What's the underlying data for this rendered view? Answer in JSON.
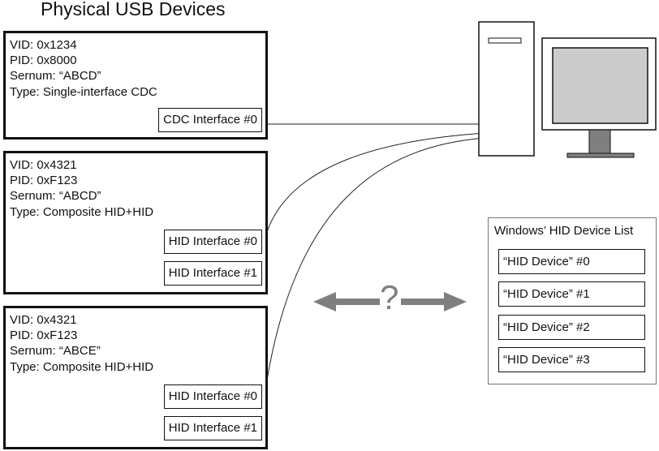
{
  "title": "Physical USB Devices",
  "devices": [
    {
      "vid": "VID:  0x1234",
      "pid": "PID:  0x8000",
      "sernum": "Sernum:  “ABCD”",
      "type": "Type:  Single-interface CDC",
      "interfaces": [
        "CDC Interface #0"
      ]
    },
    {
      "vid": "VID:  0x4321",
      "pid": "PID:  0xF123",
      "sernum": "Sernum:  “ABCD”",
      "type": "Type:  Composite HID+HID",
      "interfaces": [
        "HID Interface #0",
        "HID Interface #1"
      ]
    },
    {
      "vid": "VID:  0x4321",
      "pid": "PID:  0xF123",
      "sernum": "Sernum:  “ABCE”",
      "type": "Type:  Composite HID+HID",
      "interfaces": [
        "HID Interface #0",
        "HID Interface #1"
      ]
    }
  ],
  "hid_list": {
    "title": "Windows’ HID Device List",
    "items": [
      "“HID Device” #0",
      "“HID Device” #1",
      "“HID Device” #2",
      "“HID Device” #3"
    ]
  },
  "question_mark": "?",
  "colors": {
    "ink": "#111111",
    "arrow": "#7f7f7f",
    "computer_body": "#ffffff",
    "screen": "#cccccc",
    "stand": "#7f7f7f"
  },
  "icons": [
    "computer-tower-icon",
    "monitor-icon",
    "double-arrow-icon"
  ]
}
